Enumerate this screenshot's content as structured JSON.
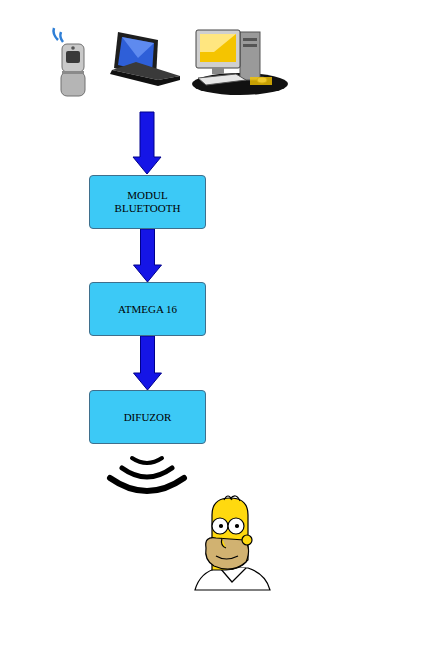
{
  "diagram": {
    "nodes": [
      {
        "text": [
          "MODUL BLUETOOTH"
        ]
      },
      {
        "text": [
          "ATMEGA 16"
        ]
      },
      {
        "text": [
          "DIFUZOR"
        ]
      }
    ],
    "edges": [
      {
        "from": 0,
        "to": 1,
        "arrow": "to"
      },
      {
        "from": 1,
        "to": 2,
        "arrow": "to"
      }
    ]
  }
}
